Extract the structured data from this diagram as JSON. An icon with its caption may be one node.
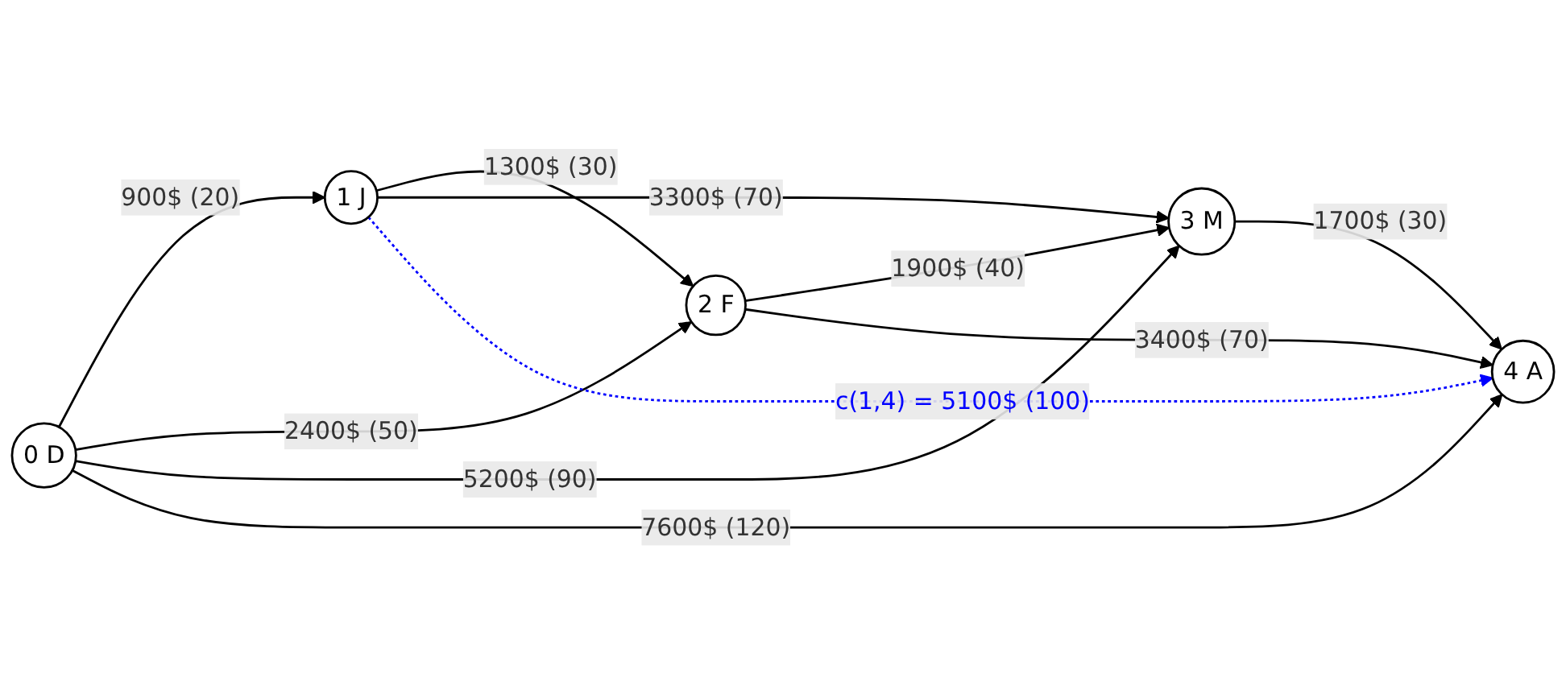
{
  "diagram": {
    "nodes": [
      {
        "text": [
          "0 D"
        ]
      },
      {
        "text": [
          "1 J"
        ]
      },
      {
        "text": [
          "2 F"
        ]
      },
      {
        "text": [
          "3 M"
        ]
      },
      {
        "text": [
          "4 A"
        ]
      }
    ],
    "edges": [
      {
        "from": 0,
        "to": 1,
        "arrow": "to",
        "label": "900$ (20)"
      },
      {
        "from": 1,
        "to": 2,
        "arrow": "to",
        "label": "1300$ (30)"
      },
      {
        "from": 2,
        "to": 3,
        "arrow": "to",
        "label": "1900$ (40)"
      },
      {
        "from": 3,
        "to": 4,
        "arrow": "to",
        "label": "1700$ (30)"
      },
      {
        "from": 1,
        "to": 3,
        "arrow": "to",
        "label": "3300$ (70)"
      },
      {
        "from": 2,
        "to": 4,
        "arrow": "to",
        "label": "3400$ (70)"
      },
      {
        "from": 0,
        "to": 2,
        "arrow": "to",
        "label": "2400$ (50)"
      },
      {
        "from": 0,
        "to": 3,
        "arrow": "to",
        "label": "5200$ (90)"
      },
      {
        "from": 0,
        "to": 4,
        "arrow": "to",
        "label": "7600$ (120)"
      },
      {
        "from": 1,
        "to": 4,
        "arrow": "to",
        "label": "c(1,4) = 5100$ (100)",
        "style": "dashed",
        "color": "#0000ff"
      }
    ]
  }
}
